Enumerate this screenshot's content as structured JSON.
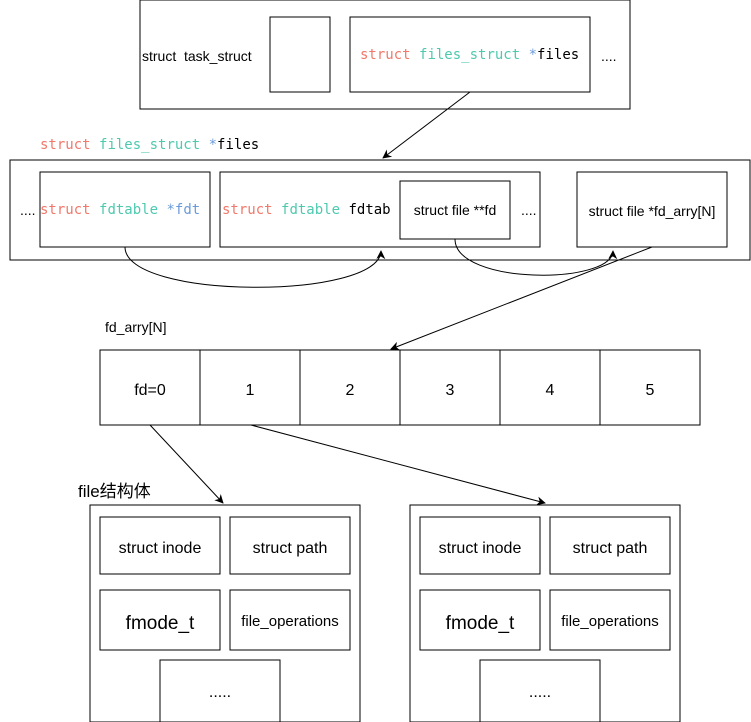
{
  "colors": {
    "keyword": "#f1786b",
    "type": "#4ec9b0",
    "operator": "#6a9bd8",
    "stroke": "#000000",
    "background": "#ffffff"
  },
  "task_struct": {
    "label": "struct  task_struct",
    "files_field": {
      "kw": "struct",
      "type": "files_struct",
      "star": "*",
      "name": "files"
    },
    "ellipsis": "...."
  },
  "files_struct": {
    "caption": {
      "kw": "struct",
      "type": "files_struct",
      "star": "*",
      "name": "files"
    },
    "left_ellipsis": "....",
    "fdt_field": {
      "kw": "struct",
      "type": "fdtable",
      "star": "*",
      "name": "fdt"
    },
    "fdtab_field": {
      "kw": "struct",
      "type": "fdtable",
      "name": "fdtab"
    },
    "fd_field": "struct file **fd",
    "mid_ellipsis": "....",
    "fd_array_field": "struct file *fd_arry[N]"
  },
  "fd_array": {
    "label": "fd_arry[N]",
    "cells": [
      "fd=0",
      "1",
      "2",
      "3",
      "4",
      "5"
    ]
  },
  "file_struct": {
    "title": "file结构体",
    "cards": [
      {
        "inode": "struct inode",
        "path": "struct path",
        "fmode": "fmode_t",
        "fops": "file_operations",
        "more": "....."
      },
      {
        "inode": "struct inode",
        "path": "struct path",
        "fmode": "fmode_t",
        "fops": "file_operations",
        "more": "....."
      }
    ]
  }
}
